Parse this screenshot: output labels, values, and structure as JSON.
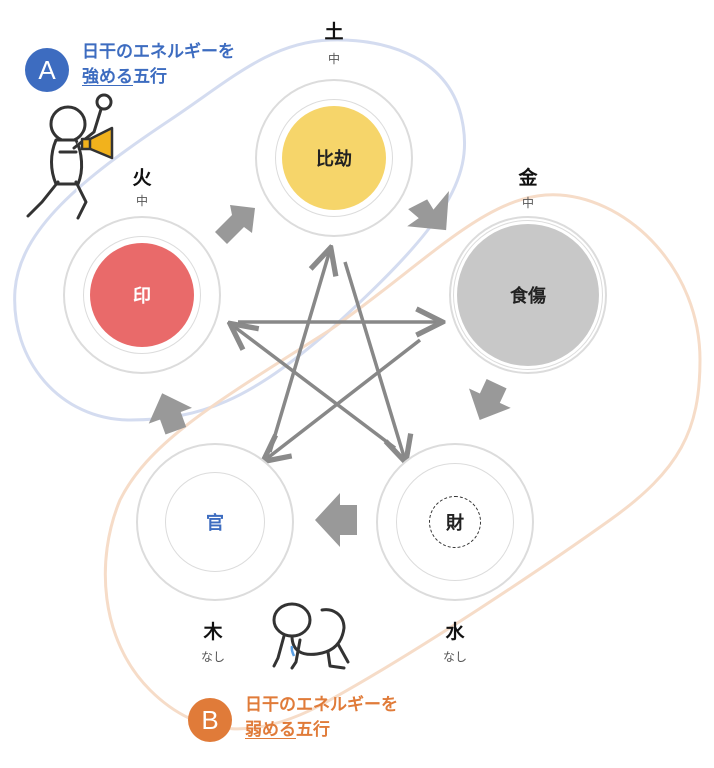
{
  "callout_a": {
    "badge": "A",
    "line1": "日干のエネルギーを",
    "line2_underlined": "強める",
    "line2_rest": "五行",
    "color": "#3d6cc0"
  },
  "callout_b": {
    "badge": "B",
    "line1": "日干のエネルギーを",
    "line2_underlined": "弱める",
    "line2_rest": "五行",
    "color": "#e07b39"
  },
  "elements": {
    "earth": {
      "name": "土",
      "level": "中",
      "star": "比劫",
      "fill": "#f6d56a"
    },
    "metal": {
      "name": "金",
      "level": "中",
      "star": "食傷",
      "fill": "#c8c8c8"
    },
    "water": {
      "name": "水",
      "level": "なし",
      "star": "財",
      "fill": "#ffffff"
    },
    "wood": {
      "name": "木",
      "level": "なし",
      "star": "官",
      "fill": "#ffffff",
      "text_color": "#3d6cc0"
    },
    "fire": {
      "name": "火",
      "level": "中",
      "star": "印",
      "fill": "#e96a6a",
      "text_color": "#ffffff"
    }
  },
  "colors": {
    "arrow": "#999999",
    "ring": "#dcdcdc",
    "group_a_outline": "#d4dcf0",
    "group_b_outline": "#f6dcc8"
  },
  "icons": [
    "megaphone-person-icon",
    "kneeling-person-icon"
  ]
}
